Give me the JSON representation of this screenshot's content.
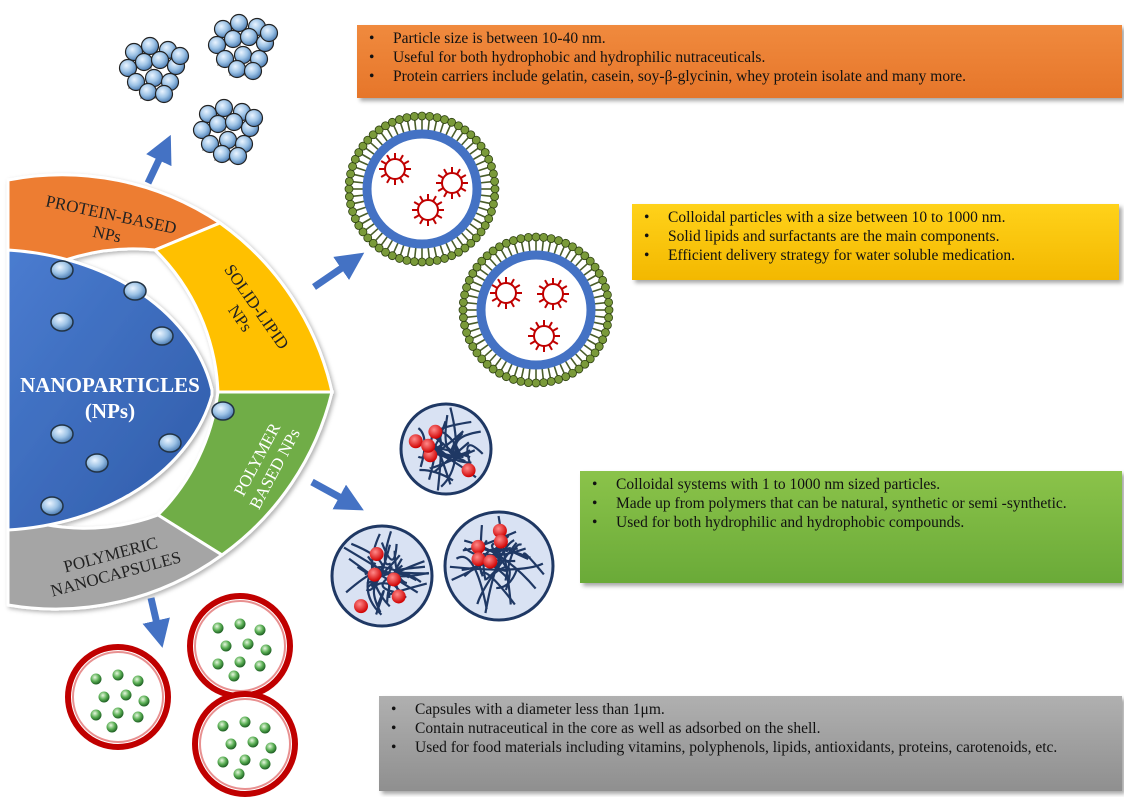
{
  "center": {
    "line1": "NANOPARTICLES",
    "line2": "(NPs)"
  },
  "segments": {
    "protein": {
      "line1": "PROTEIN-BASED",
      "line2": "NPs",
      "color": "#ed7d31"
    },
    "sln": {
      "line1": "SOLID-LIPID",
      "line2": "NPs",
      "color": "#ffc000"
    },
    "polymer": {
      "line1": "POLYMER",
      "line2": "BASED NPs",
      "color": "#70ad47"
    },
    "capsule": {
      "line1": "POLYMERIC",
      "line2": "NANOCAPSULES",
      "color": "#a5a5a5"
    }
  },
  "boxes": {
    "protein": [
      "Particle size is between 10-40 nm.",
      "Useful for both hydrophobic and hydrophilic  nutraceuticals.",
      "Protein carriers include gelatin, casein, soy-β-glycinin, whey protein isolate and many more."
    ],
    "sln": [
      "Colloidal particles with a size between 10 to 1000 nm.",
      "Solid lipids and surfactants are the main components.",
      "Efficient delivery strategy for water soluble medication."
    ],
    "polymer": [
      "Colloidal systems with 1 to 1000 nm sized particles.",
      "Made up from polymers that can be natural, synthetic or semi -synthetic.",
      "Used for both  hydrophilic and hydrophobic compounds."
    ],
    "capsule": [
      "Capsules with a diameter less than 1μm.",
      "Contain nutraceutical in the core as well as adsorbed on the shell.",
      "Used for food materials including vitamins, polyphenols,  lipids, antioxidants, proteins, carotenoids, etc."
    ]
  },
  "colors": {
    "center": "#3f6fc4",
    "arrow": "#4472c4",
    "capsule_ring": "#c00000",
    "micelle": "#c00000",
    "polymer_net": "#1f3864",
    "sphere": "#9dc3e6"
  }
}
